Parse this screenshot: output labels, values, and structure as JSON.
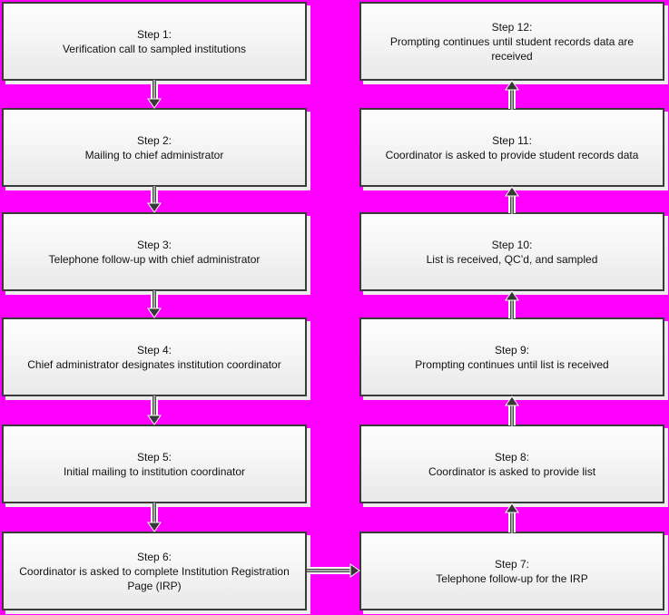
{
  "diagram": {
    "type": "flowchart",
    "background_color": "#FF00FF",
    "box_border_color": "#3a3a3a",
    "box_fill_top": "#fdfdfd",
    "box_fill_bottom": "#e9e9e9",
    "box_shadow_color": "#ececec",
    "arrow_color": "#383838",
    "text_color": "#111111"
  },
  "steps": [
    {
      "title": "Step 1:",
      "text": "Verification call to sampled institutions"
    },
    {
      "title": "Step 2:",
      "text": "Mailing to chief administrator"
    },
    {
      "title": "Step 3:",
      "text": "Telephone follow-up with chief administrator"
    },
    {
      "title": "Step 4:",
      "text": "Chief administrator designates institution coordinator"
    },
    {
      "title": "Step 5:",
      "text": "Initial mailing to institution coordinator"
    },
    {
      "title": "Step 6:",
      "text": "Coordinator is asked to complete Institution Registration Page (IRP)"
    },
    {
      "title": "Step 7:",
      "text": "Telephone follow-up for the IRP"
    },
    {
      "title": "Step 8:",
      "text": "Coordinator is asked to provide list"
    },
    {
      "title": "Step 9:",
      "text": "Prompting continues until list is received"
    },
    {
      "title": "Step 10:",
      "text": "List is received, QC’d, and sampled"
    },
    {
      "title": "Step 11:",
      "text": "Coordinator is asked to provide student records data"
    },
    {
      "title": "Step 12:",
      "text": "Prompting continues until student records data are received"
    }
  ],
  "connections": [
    {
      "from": "Step 1",
      "to": "Step 2",
      "direction": "down"
    },
    {
      "from": "Step 2",
      "to": "Step 3",
      "direction": "down"
    },
    {
      "from": "Step 3",
      "to": "Step 4",
      "direction": "down"
    },
    {
      "from": "Step 4",
      "to": "Step 5",
      "direction": "down"
    },
    {
      "from": "Step 5",
      "to": "Step 6",
      "direction": "down"
    },
    {
      "from": "Step 6",
      "to": "Step 7",
      "direction": "right"
    },
    {
      "from": "Step 7",
      "to": "Step 8",
      "direction": "up"
    },
    {
      "from": "Step 8",
      "to": "Step 9",
      "direction": "up"
    },
    {
      "from": "Step 9",
      "to": "Step 10",
      "direction": "up"
    },
    {
      "from": "Step 10",
      "to": "Step 11",
      "direction": "up"
    },
    {
      "from": "Step 11",
      "to": "Step 12",
      "direction": "up"
    }
  ]
}
